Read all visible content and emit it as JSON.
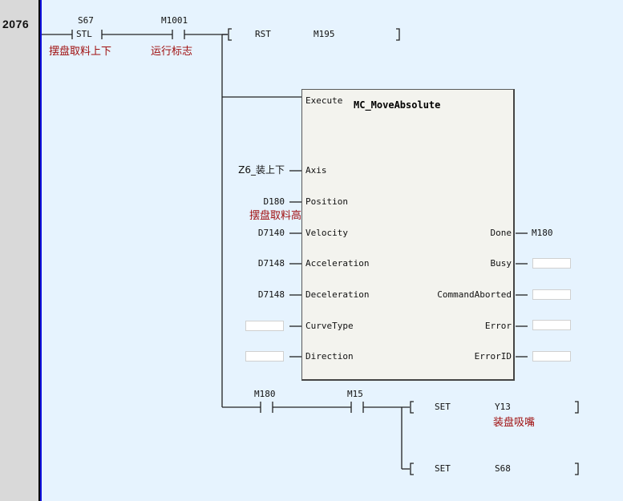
{
  "rung": {
    "number": "2076"
  },
  "contacts": {
    "stl": {
      "address": "S67",
      "type_label": "STL",
      "comment": "摆盘取料上下"
    },
    "m1001": {
      "address": "M1001",
      "comment": "运行标志"
    },
    "m180": {
      "address": "M180"
    },
    "m15": {
      "address": "M15"
    }
  },
  "instructions": {
    "rst": {
      "op": "RST",
      "operand": "M195"
    },
    "set_y13": {
      "op": "SET",
      "operand": "Y13",
      "comment": "装盘吸嘴"
    },
    "set_s68": {
      "op": "SET",
      "operand": "S68"
    }
  },
  "function_block": {
    "name": "MC_MoveAbsolute",
    "enable_pin": "Execute",
    "inputs": [
      {
        "pin": "Axis",
        "value": "Z6_装上下"
      },
      {
        "pin": "Position",
        "value": "D180",
        "comment": "摆盘取料高"
      },
      {
        "pin": "Velocity",
        "value": "D7140"
      },
      {
        "pin": "Acceleration",
        "value": "D7148"
      },
      {
        "pin": "Deceleration",
        "value": "D7148"
      },
      {
        "pin": "CurveType",
        "value": ""
      },
      {
        "pin": "Direction",
        "value": ""
      }
    ],
    "outputs": [
      {
        "pin": "Done",
        "value": "M180"
      },
      {
        "pin": "Busy",
        "value": ""
      },
      {
        "pin": "CommandAborted",
        "value": ""
      },
      {
        "pin": "Error",
        "value": ""
      },
      {
        "pin": "ErrorID",
        "value": ""
      }
    ]
  },
  "colors": {
    "background": "#e6f3fe",
    "gutter": "#d9d9d9",
    "comment": "#a01010",
    "rail_blue": "#1010e0",
    "block_fill": "#f3f3ee"
  }
}
